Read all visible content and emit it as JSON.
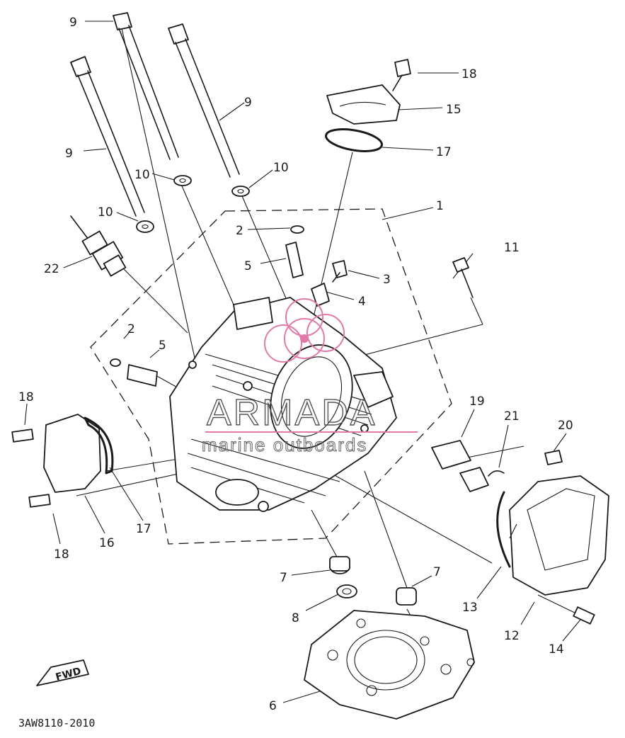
{
  "labels": {
    "l1": "1",
    "l2a": "2",
    "l2b": "2",
    "l3": "3",
    "l4": "4",
    "l5a": "5",
    "l5b": "5",
    "l6": "6",
    "l7a": "7",
    "l7b": "7",
    "l8": "8",
    "l9a": "9",
    "l9b": "9",
    "l9c": "9",
    "l10a": "10",
    "l10b": "10",
    "l10c": "10",
    "l11": "11",
    "l12": "12",
    "l13": "13",
    "l14": "14",
    "l15": "15",
    "l16": "16",
    "l17a": "17",
    "l17b": "17",
    "l18a": "18",
    "l18b": "18",
    "l18c": "18",
    "l19": "19",
    "l20": "20",
    "l21": "21",
    "l22": "22"
  },
  "fwd_label": "FWD",
  "diagram_code": "3AW8110-2010",
  "watermark": {
    "brand": "ARMADA",
    "tagline": "marine outboards",
    "accent_color": "#e07aa8"
  }
}
